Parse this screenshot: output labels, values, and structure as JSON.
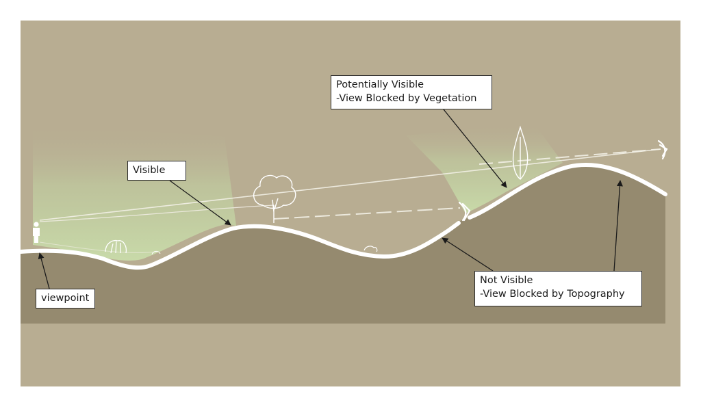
{
  "colors": {
    "background": "#ffffff",
    "sky": "#b8ad92",
    "ground": "#958a6f",
    "terrain_line": "#ffffff",
    "visible_zone": "#c7dba8",
    "label_border": "#2a2a2a",
    "arrow": "#1a1a1a"
  },
  "labels": {
    "visible": {
      "line1": "Visible"
    },
    "potentially_visible": {
      "line1": "Potentially Visible",
      "line2": "-View Blocked by Vegetation"
    },
    "not_visible": {
      "line1": "Not Visible",
      "line2": "-View Blocked by Topography"
    },
    "viewpoint": {
      "line1": "viewpoint"
    }
  },
  "icons": [
    "person-icon",
    "tree-icon",
    "shrub-icon",
    "conifer-tree-icon",
    "eye-icon"
  ]
}
